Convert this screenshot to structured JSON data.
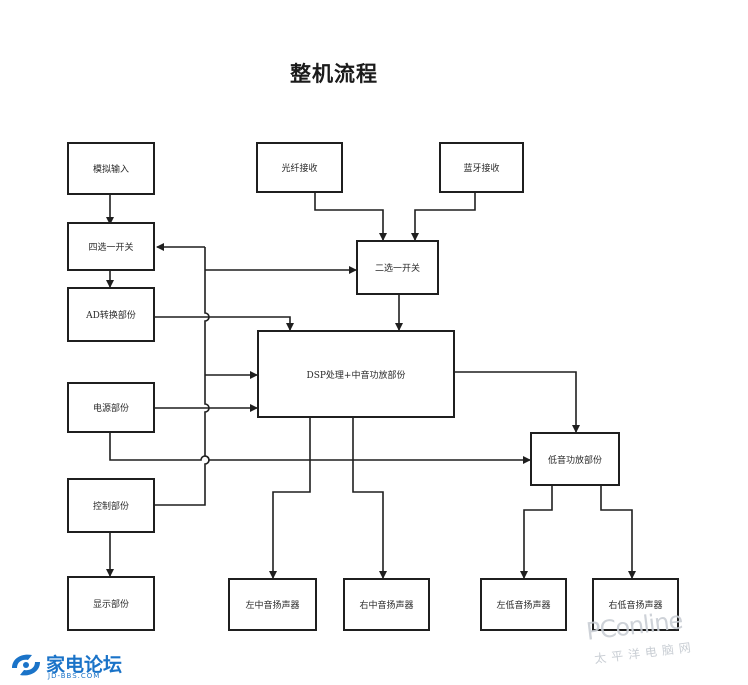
{
  "title": "整机流程",
  "boxes": {
    "analog_input": "模拟输入",
    "four_select": "四选一开关",
    "ad_convert": "AD转换部份",
    "power": "电源部份",
    "control": "控制部份",
    "display": "显示部份",
    "optical": "光纤接收",
    "bluetooth": "蓝牙接收",
    "two_select": "二选一开关",
    "dsp": "DSP处理+中音功放部份",
    "bass_amp": "低音功放部份",
    "left_mid": "左中音扬声器",
    "right_mid": "右中音扬声器",
    "left_bass": "左低音扬声器",
    "right_bass": "右低音扬声器"
  },
  "watermark": {
    "brand": "PConline",
    "brand_cn": "太平洋电脑网"
  },
  "forum_logo": {
    "name": "家电论坛",
    "url": "JD-BBS.COM"
  },
  "colors": {
    "line": "#1f1f1f",
    "logo": "#1a73c8",
    "watermark": "#c9ced4"
  }
}
